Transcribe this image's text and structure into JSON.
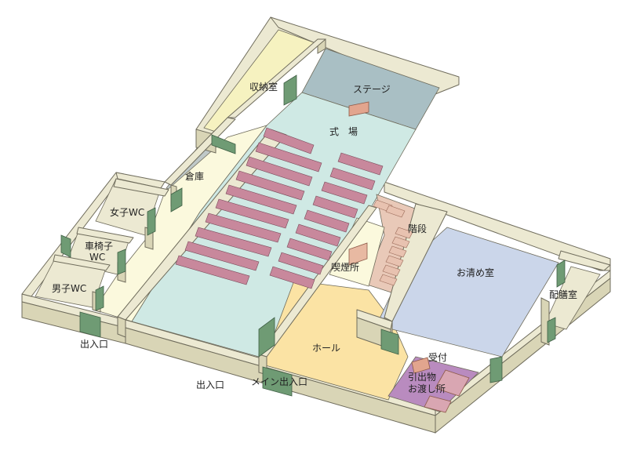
{
  "plan": {
    "rooms": {
      "storage_room": "収納室",
      "stage": "ステージ",
      "ceremony_hall": "式　場",
      "warehouse": "倉庫",
      "womens_wc": "女子WC",
      "wheelchair_wc_line1": "車椅子",
      "wheelchair_wc_line2": "WC",
      "mens_wc": "男子WC",
      "stairs": "階段",
      "smoking_area": "喫煙所",
      "purification_room": "お清め室",
      "pantry": "配膳室",
      "lobby": "ホール",
      "reception": "受付",
      "gift_counter_line1": "引出物",
      "gift_counter_line2": "お渡し所"
    },
    "entrances": {
      "side_entrance": "出入口",
      "front_entrance": "出入口",
      "main_entrance": "メイン出入口"
    },
    "colors": {
      "stage": "#a9bfc4",
      "hall": "#cfe9e4",
      "storage": "#f6f2c0",
      "warehouse": "#bfc8c8",
      "corridor": "#fbf9dd",
      "purification": "#cbd6ea",
      "lobby": "#fbe3a4",
      "gift": "#b98bbf",
      "chairs": "#c8889c",
      "doors": "#6f9b74",
      "walls": "#ece9d2"
    }
  }
}
